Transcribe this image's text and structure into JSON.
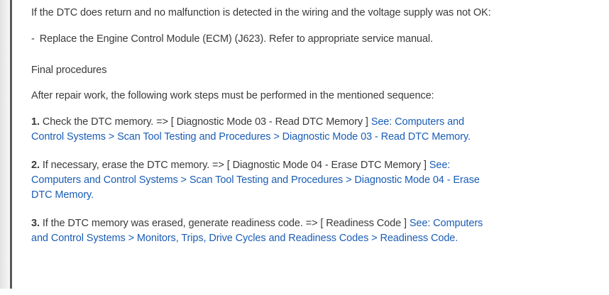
{
  "page": {
    "background_color": "#ffffff",
    "text_color": "#3a3a3a",
    "link_color": "#1a5db5",
    "left_border_color": "#59595b",
    "gutter_gradient": [
      "#e2e2e2",
      "#f8f8f8"
    ]
  },
  "content": {
    "condition": "If the DTC does return and no malfunction is detected in the wiring and the voltage supply was not OK:",
    "bullet": {
      "dash": "-",
      "text": "Replace the Engine Control Module (ECM) (J623). Refer to appropriate service manual."
    },
    "heading": "Final procedures",
    "sequence_intro": "After repair work, the following work steps must be performed in the mentioned sequence:",
    "steps": [
      {
        "number": "1.",
        "text": " Check the DTC memory. => [ Diagnostic Mode 03 - Read DTC Memory ] ",
        "link": "See: Computers and Control Systems > Scan Tool Testing and Procedures > Diagnostic Mode 03 - Read DTC Memory."
      },
      {
        "number": "2.",
        "text": " If necessary, erase the DTC memory. => [ Diagnostic Mode 04 - Erase DTC Memory ] ",
        "link": "See: Computers and Control Systems > Scan Tool Testing and Procedures > Diagnostic Mode 04 - Erase DTC Memory."
      },
      {
        "number": "3.",
        "text": " If the DTC memory was erased, generate readiness code. => [ Readiness Code ] ",
        "link": "See: Computers and Control Systems > Monitors, Trips, Drive Cycles and Readiness Codes > Readiness Code."
      }
    ]
  }
}
